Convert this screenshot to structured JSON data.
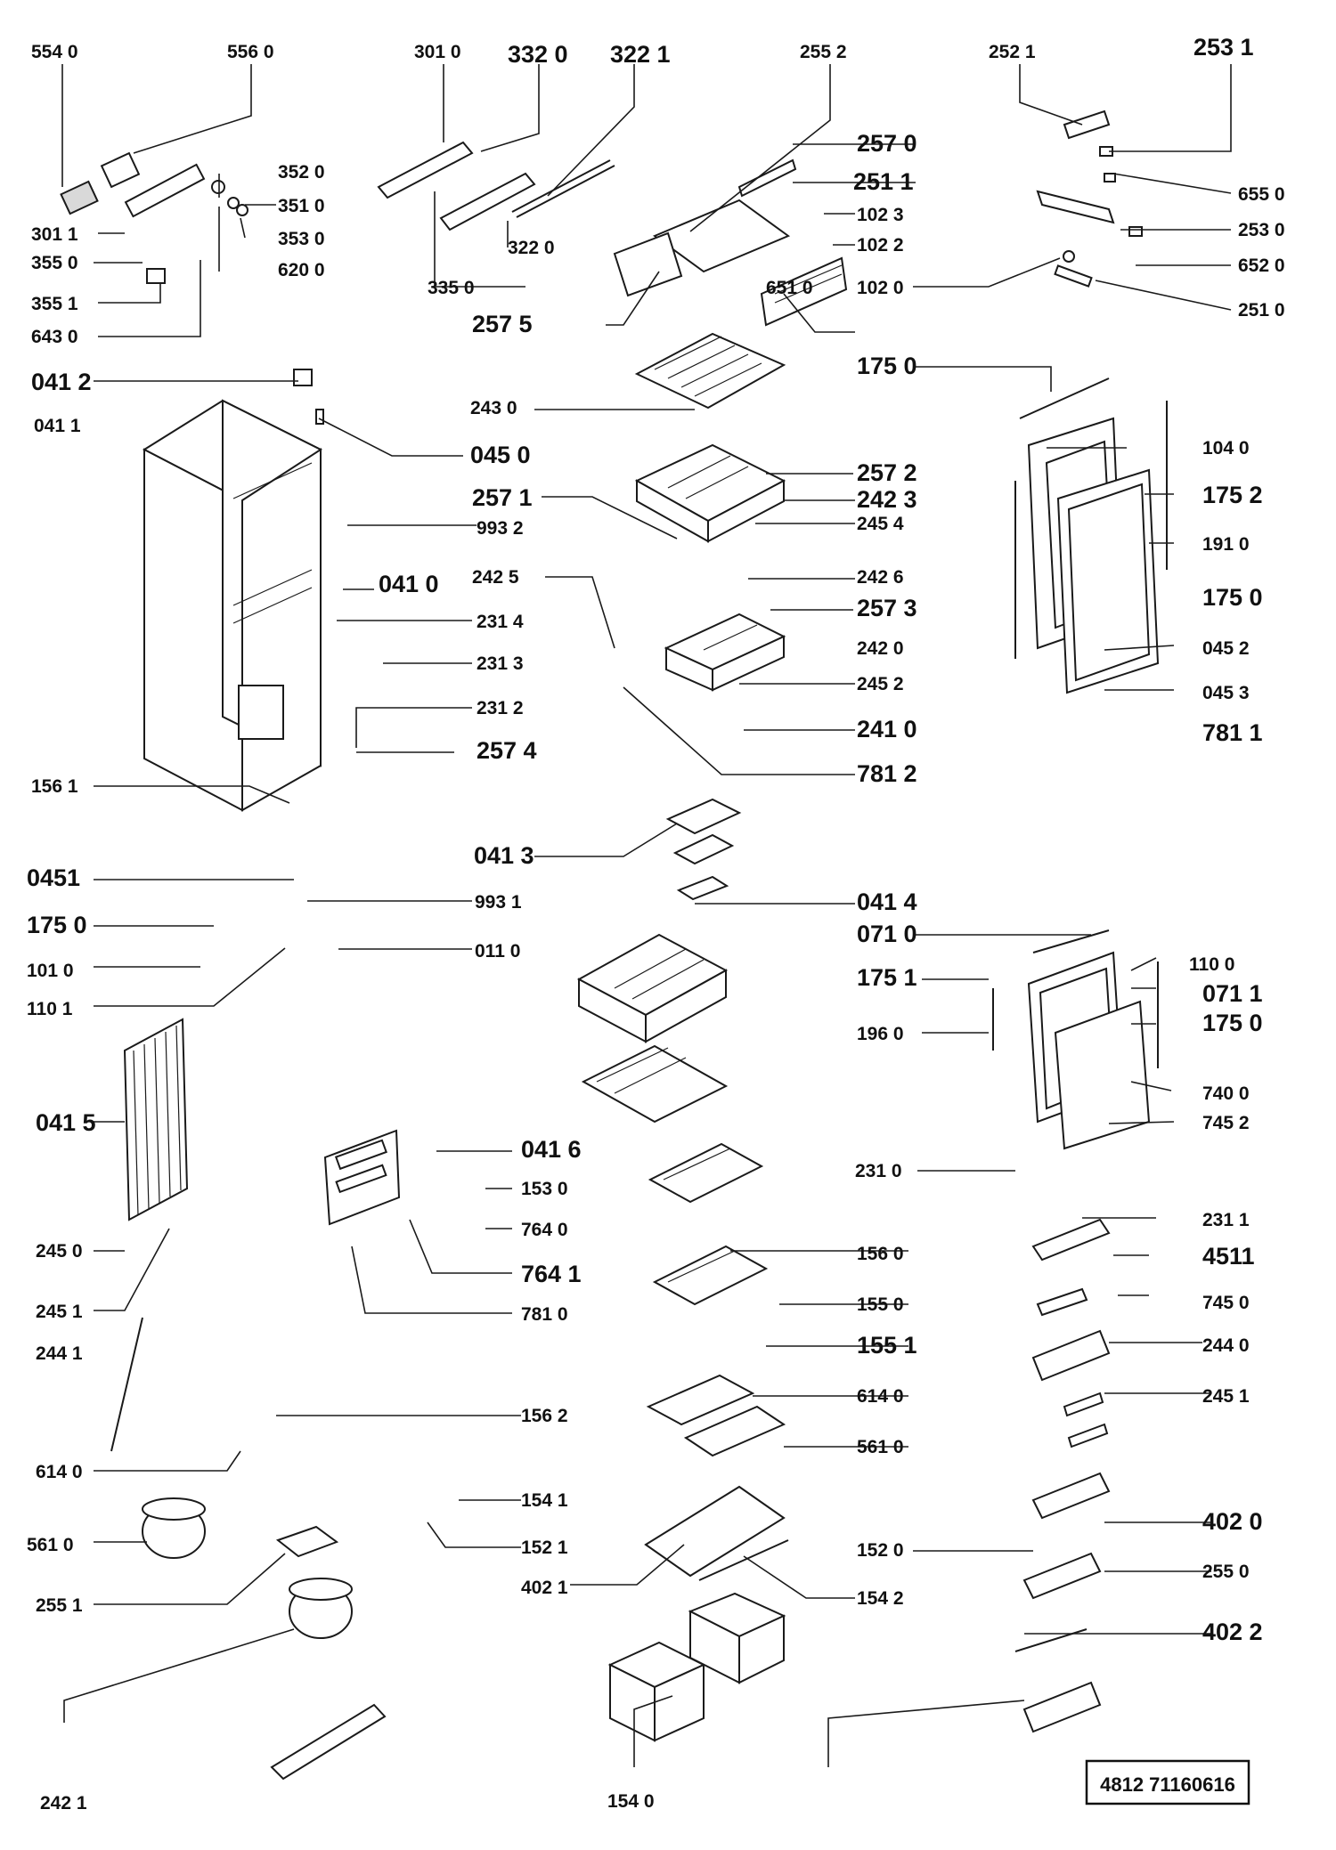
{
  "diagram": {
    "doc_code": "4812 71160616",
    "callouts": [
      {
        "id": "554 0",
        "side": "start",
        "big": false
      },
      {
        "id": "556 0",
        "side": "start",
        "big": false
      },
      {
        "id": "301 0",
        "side": "start",
        "big": false
      },
      {
        "id": "332 0",
        "side": "start",
        "big": true
      },
      {
        "id": "322 1",
        "side": "start",
        "big": true
      },
      {
        "id": "255 2",
        "side": "start",
        "big": false
      },
      {
        "id": "252 1",
        "side": "start",
        "big": false
      },
      {
        "id": "253 1",
        "side": "start",
        "big": true
      },
      {
        "id": "352 0",
        "side": "start",
        "big": false
      },
      {
        "id": "351 0",
        "side": "start",
        "big": false
      },
      {
        "id": "301 1",
        "side": "start",
        "big": false
      },
      {
        "id": "353 0",
        "side": "start",
        "big": false
      },
      {
        "id": "355 0",
        "side": "start",
        "big": false
      },
      {
        "id": "620 0",
        "side": "start",
        "big": false
      },
      {
        "id": "355 1",
        "side": "start",
        "big": false
      },
      {
        "id": "643 0",
        "side": "start",
        "big": false
      },
      {
        "id": "322 0",
        "side": "start",
        "big": false
      },
      {
        "id": "335 0",
        "side": "start",
        "big": false
      },
      {
        "id": "257 0",
        "side": "start",
        "big": true
      },
      {
        "id": "251 1",
        "side": "start",
        "big": true
      },
      {
        "id": "102 3",
        "side": "start",
        "big": false
      },
      {
        "id": "102 2",
        "side": "start",
        "big": false
      },
      {
        "id": "651 0",
        "side": "start",
        "big": false
      },
      {
        "id": "102 0",
        "side": "start",
        "big": false
      },
      {
        "id": "257 5",
        "side": "start",
        "big": true
      },
      {
        "id": "655 0",
        "side": "start",
        "big": false
      },
      {
        "id": "253 0",
        "side": "start",
        "big": false
      },
      {
        "id": "652 0",
        "side": "start",
        "big": false
      },
      {
        "id": "251 0",
        "side": "start",
        "big": false
      },
      {
        "id": "041 2",
        "side": "start",
        "big": true
      },
      {
        "id": "041 1",
        "side": "start",
        "big": false
      },
      {
        "id": "045 0",
        "side": "start",
        "big": true
      },
      {
        "id": "243 0",
        "side": "start",
        "big": false
      },
      {
        "id": "175 0",
        "side": "start",
        "big": true
      },
      {
        "id": "104 0",
        "side": "start",
        "big": false
      },
      {
        "id": "257 2",
        "side": "start",
        "big": true
      },
      {
        "id": "257 1",
        "side": "start",
        "big": true
      },
      {
        "id": "242 3",
        "side": "start",
        "big": true
      },
      {
        "id": "175 2",
        "side": "start",
        "big": true
      },
      {
        "id": "245 4",
        "side": "start",
        "big": false
      },
      {
        "id": "993 2",
        "side": "start",
        "big": false
      },
      {
        "id": "191 0",
        "side": "start",
        "big": false
      },
      {
        "id": "242 5",
        "side": "start",
        "big": false
      },
      {
        "id": "242 6",
        "side": "start",
        "big": false
      },
      {
        "id": "041 0",
        "side": "start",
        "big": true
      },
      {
        "id": "175 0",
        "side": "start",
        "big": true
      },
      {
        "id": "257 3",
        "side": "start",
        "big": true
      },
      {
        "id": "231 4",
        "side": "start",
        "big": false
      },
      {
        "id": "242 0",
        "side": "start",
        "big": false
      },
      {
        "id": "045 2",
        "side": "start",
        "big": false
      },
      {
        "id": "231 3",
        "side": "start",
        "big": false
      },
      {
        "id": "245 2",
        "side": "start",
        "big": false
      },
      {
        "id": "045 3",
        "side": "start",
        "big": false
      },
      {
        "id": "231 2",
        "side": "start",
        "big": false
      },
      {
        "id": "241 0",
        "side": "start",
        "big": true
      },
      {
        "id": "781 1",
        "side": "start",
        "big": true
      },
      {
        "id": "257 4",
        "side": "start",
        "big": true
      },
      {
        "id": "781 2",
        "side": "start",
        "big": true
      },
      {
        "id": "156 1",
        "side": "start",
        "big": false
      },
      {
        "id": "041 3",
        "side": "start",
        "big": true
      },
      {
        "id": "0451",
        "side": "start",
        "big": true
      },
      {
        "id": "993 1",
        "side": "start",
        "big": false
      },
      {
        "id": "041 4",
        "side": "start",
        "big": true
      },
      {
        "id": "175 0",
        "side": "start",
        "big": true
      },
      {
        "id": "071 0",
        "side": "start",
        "big": true
      },
      {
        "id": "011 0",
        "side": "start",
        "big": false
      },
      {
        "id": "101 0",
        "side": "start",
        "big": false
      },
      {
        "id": "110 0",
        "side": "start",
        "big": false
      },
      {
        "id": "175 1",
        "side": "start",
        "big": true
      },
      {
        "id": "071 1",
        "side": "start",
        "big": true
      },
      {
        "id": "110 1",
        "side": "start",
        "big": false
      },
      {
        "id": "196 0",
        "side": "start",
        "big": false
      },
      {
        "id": "175 0",
        "side": "start",
        "big": true
      },
      {
        "id": "740 0",
        "side": "start",
        "big": false
      },
      {
        "id": "041 5",
        "side": "start",
        "big": true
      },
      {
        "id": "745 2",
        "side": "start",
        "big": false
      },
      {
        "id": "041 6",
        "side": "start",
        "big": true
      },
      {
        "id": "231 0",
        "side": "start",
        "big": false
      },
      {
        "id": "153 0",
        "side": "start",
        "big": false
      },
      {
        "id": "231 1",
        "side": "start",
        "big": false
      },
      {
        "id": "764 0",
        "side": "start",
        "big": false
      },
      {
        "id": "245 0",
        "side": "start",
        "big": false
      },
      {
        "id": "156 0",
        "side": "start",
        "big": false
      },
      {
        "id": "4511",
        "side": "start",
        "big": true
      },
      {
        "id": "764 1",
        "side": "start",
        "big": true
      },
      {
        "id": "245 1",
        "side": "start",
        "big": false
      },
      {
        "id": "155 0",
        "side": "start",
        "big": false
      },
      {
        "id": "745 0",
        "side": "start",
        "big": false
      },
      {
        "id": "781 0",
        "side": "start",
        "big": false
      },
      {
        "id": "244 1",
        "side": "start",
        "big": false
      },
      {
        "id": "155 1",
        "side": "start",
        "big": true
      },
      {
        "id": "244 0",
        "side": "start",
        "big": false
      },
      {
        "id": "614 0",
        "side": "start",
        "big": false
      },
      {
        "id": "156 2",
        "side": "start",
        "big": false
      },
      {
        "id": "245 1",
        "side": "start",
        "big": false
      },
      {
        "id": "561 0",
        "side": "start",
        "big": false
      },
      {
        "id": "614 0",
        "side": "start",
        "big": false
      },
      {
        "id": "154 1",
        "side": "start",
        "big": false
      },
      {
        "id": "402 0",
        "side": "start",
        "big": true
      },
      {
        "id": "561 0",
        "side": "start",
        "big": false
      },
      {
        "id": "152 1",
        "side": "start",
        "big": false
      },
      {
        "id": "152 0",
        "side": "start",
        "big": false
      },
      {
        "id": "255 0",
        "side": "start",
        "big": false
      },
      {
        "id": "402 1",
        "side": "start",
        "big": false
      },
      {
        "id": "255 1",
        "side": "start",
        "big": false
      },
      {
        "id": "154 2",
        "side": "start",
        "big": false
      },
      {
        "id": "402 2",
        "side": "start",
        "big": true
      },
      {
        "id": "242 1",
        "side": "start",
        "big": false
      },
      {
        "id": "154 0",
        "side": "start",
        "big": false
      }
    ]
  }
}
